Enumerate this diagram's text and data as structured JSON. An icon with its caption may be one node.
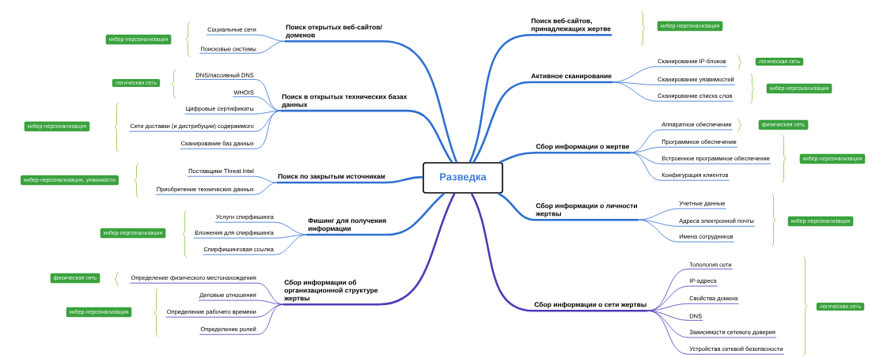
{
  "diagram": {
    "nodes": [
      {
        "text": [
          "Разведка"
        ]
      },
      {
        "text": [
          "Поиск открытых веб-сайтов/ доменов"
        ]
      },
      {
        "text": [
          "Социальные сети"
        ]
      },
      {
        "text": [
          "Поисковые системы"
        ]
      },
      {
        "text": [
          "кибер-персонализация"
        ]
      },
      {
        "text": [
          "Поиск в открытых технических базах данных"
        ]
      },
      {
        "text": [
          "DNS/пассивный DNS"
        ]
      },
      {
        "text": [
          "WHOIS"
        ]
      },
      {
        "text": [
          "Цифровые сертификаты"
        ]
      },
      {
        "text": [
          "Сети доставки (и дистрибуции) содержимого"
        ]
      },
      {
        "text": [
          "Сканирование баз данных"
        ]
      },
      {
        "text": [
          "логическая сеть"
        ]
      },
      {
        "text": [
          "кибер-персонализация"
        ]
      },
      {
        "text": [
          "Поиск по закрытым источникам"
        ]
      },
      {
        "text": [
          "Поставщики Threat Intel"
        ]
      },
      {
        "text": [
          "Приобретение технических данных"
        ]
      },
      {
        "text": [
          "кибер-персонализация, уязвимости"
        ]
      },
      {
        "text": [
          "Фишинг для получения информации"
        ]
      },
      {
        "text": [
          "Услуги спирфишинга"
        ]
      },
      {
        "text": [
          "Вложения для спирфишинга"
        ]
      },
      {
        "text": [
          "Спирфишинговая ссылка"
        ]
      },
      {
        "text": [
          "кибер-персонализация"
        ]
      },
      {
        "text": [
          "Сбор информации об организационной структуре жертвы"
        ]
      },
      {
        "text": [
          "Определение физического местонахождения"
        ]
      },
      {
        "text": [
          "Деловые отношения"
        ]
      },
      {
        "text": [
          "Определение рабочего времени"
        ]
      },
      {
        "text": [
          "Определение ролей"
        ]
      },
      {
        "text": [
          "физическая сеть"
        ]
      },
      {
        "text": [
          "кибер-персонализация"
        ]
      },
      {
        "text": [
          "Поиск веб-сайтов, принадлежащих жертве"
        ]
      },
      {
        "text": [
          "кибер-персонализация"
        ]
      },
      {
        "text": [
          "Активное сканирование"
        ]
      },
      {
        "text": [
          "Сканирование IP-блоков"
        ]
      },
      {
        "text": [
          "Сканирование уязвимостей"
        ]
      },
      {
        "text": [
          "Сканирование списка слов"
        ]
      },
      {
        "text": [
          "логическая сеть"
        ]
      },
      {
        "text": [
          "кибер-персонализация"
        ]
      },
      {
        "text": [
          "Сбор информации о жертве"
        ]
      },
      {
        "text": [
          "Аппаратное обеспечение"
        ]
      },
      {
        "text": [
          "Программное обеспечение"
        ]
      },
      {
        "text": [
          "Встроенное программное обеспечение"
        ]
      },
      {
        "text": [
          "Конфигурация клиентов"
        ]
      },
      {
        "text": [
          "физическая сеть"
        ]
      },
      {
        "text": [
          "кибер-персонализация"
        ]
      },
      {
        "text": [
          "Сбор информации о личности жертвы"
        ]
      },
      {
        "text": [
          "Учетные данные"
        ]
      },
      {
        "text": [
          "Адреса электронной почты"
        ]
      },
      {
        "text": [
          "Имена сотрудников"
        ]
      },
      {
        "text": [
          "кибер-персонализация"
        ]
      },
      {
        "text": [
          "Сбор информации о сети жертвы"
        ]
      },
      {
        "text": [
          "Топология сети"
        ]
      },
      {
        "text": [
          "IP-адреса"
        ]
      },
      {
        "text": [
          "Свойства домена"
        ]
      },
      {
        "text": [
          "DNS"
        ]
      },
      {
        "text": [
          "Зависимости сетевого доверия"
        ]
      },
      {
        "text": [
          "Устройства сетевой безопасности"
        ]
      },
      {
        "text": [
          "логическая сеть"
        ]
      }
    ],
    "edges": [
      {
        "from": 0,
        "to": 1,
        "arrow": "none",
        "style": "thick"
      },
      {
        "from": 1,
        "to": 2,
        "arrow": "none"
      },
      {
        "from": 1,
        "to": 3,
        "arrow": "none"
      },
      {
        "from": 0,
        "to": 5,
        "arrow": "none",
        "style": "thick"
      },
      {
        "from": 5,
        "to": 6,
        "arrow": "none"
      },
      {
        "from": 5,
        "to": 7,
        "arrow": "none"
      },
      {
        "from": 5,
        "to": 8,
        "arrow": "none"
      },
      {
        "from": 5,
        "to": 9,
        "arrow": "none"
      },
      {
        "from": 5,
        "to": 10,
        "arrow": "none"
      },
      {
        "from": 0,
        "to": 13,
        "arrow": "none",
        "style": "thick"
      },
      {
        "from": 13,
        "to": 14,
        "arrow": "none"
      },
      {
        "from": 13,
        "to": 15,
        "arrow": "none"
      },
      {
        "from": 0,
        "to": 17,
        "arrow": "none",
        "style": "thick"
      },
      {
        "from": 17,
        "to": 18,
        "arrow": "none"
      },
      {
        "from": 17,
        "to": 19,
        "arrow": "none"
      },
      {
        "from": 17,
        "to": 20,
        "arrow": "none"
      },
      {
        "from": 0,
        "to": 22,
        "arrow": "none",
        "style": "thick",
        "color": "#4a3bb8"
      },
      {
        "from": 22,
        "to": 23,
        "arrow": "none",
        "color": "#4a3bb8"
      },
      {
        "from": 22,
        "to": 24,
        "arrow": "none",
        "color": "#4a3bb8"
      },
      {
        "from": 22,
        "to": 25,
        "arrow": "none",
        "color": "#4a3bb8"
      },
      {
        "from": 22,
        "to": 26,
        "arrow": "none",
        "color": "#4a3bb8"
      },
      {
        "from": 0,
        "to": 29,
        "arrow": "none",
        "style": "thick"
      },
      {
        "from": 0,
        "to": 31,
        "arrow": "none",
        "style": "thick"
      },
      {
        "from": 31,
        "to": 32,
        "arrow": "none"
      },
      {
        "from": 31,
        "to": 33,
        "arrow": "none"
      },
      {
        "from": 31,
        "to": 34,
        "arrow": "none"
      },
      {
        "from": 0,
        "to": 37,
        "arrow": "none",
        "style": "thick"
      },
      {
        "from": 37,
        "to": 38,
        "arrow": "none"
      },
      {
        "from": 37,
        "to": 39,
        "arrow": "none"
      },
      {
        "from": 37,
        "to": 40,
        "arrow": "none"
      },
      {
        "from": 37,
        "to": 41,
        "arrow": "none"
      },
      {
        "from": 0,
        "to": 44,
        "arrow": "none",
        "style": "thick"
      },
      {
        "from": 44,
        "to": 45,
        "arrow": "none"
      },
      {
        "from": 44,
        "to": 46,
        "arrow": "none"
      },
      {
        "from": 44,
        "to": 47,
        "arrow": "none"
      },
      {
        "from": 0,
        "to": 49,
        "arrow": "none",
        "style": "thick",
        "color": "#4a3bb8"
      },
      {
        "from": 49,
        "to": 50,
        "arrow": "none",
        "color": "#4a3bb8"
      },
      {
        "from": 49,
        "to": 51,
        "arrow": "none",
        "color": "#4a3bb8"
      },
      {
        "from": 49,
        "to": 52,
        "arrow": "none",
        "color": "#4a3bb8"
      },
      {
        "from": 49,
        "to": 53,
        "arrow": "none",
        "color": "#4a3bb8"
      },
      {
        "from": 49,
        "to": 54,
        "arrow": "none",
        "color": "#4a3bb8"
      },
      {
        "from": 49,
        "to": 55,
        "arrow": "none",
        "color": "#4a3bb8"
      }
    ]
  }
}
